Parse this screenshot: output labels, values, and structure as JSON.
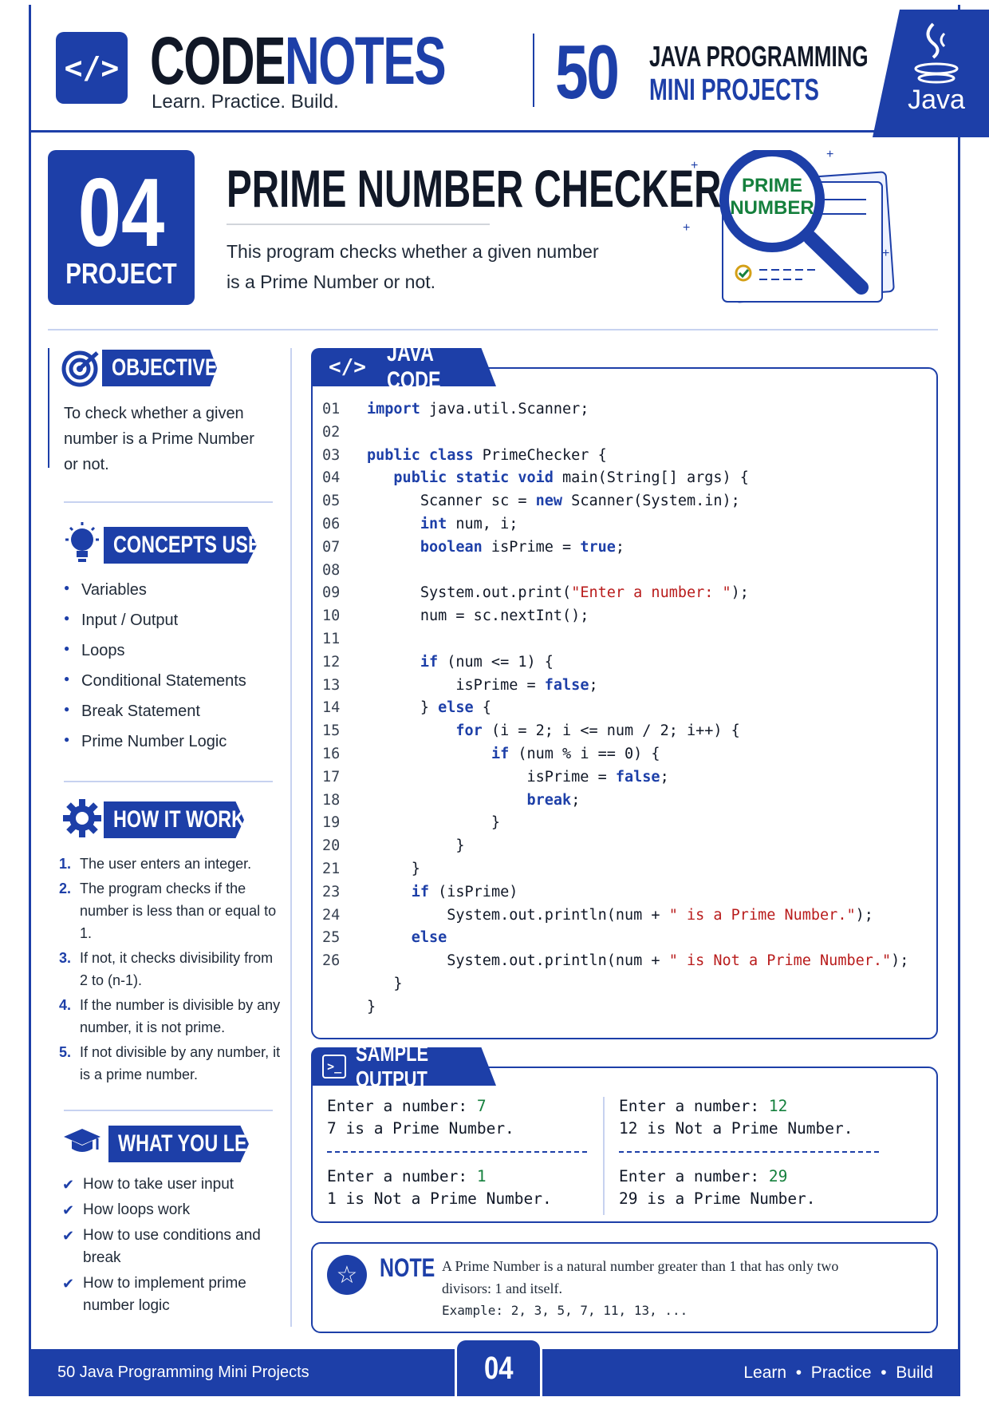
{
  "header": {
    "brand_part1": "CODE",
    "brand_part2": "NOTES",
    "tagline": "Learn. Practice. Build.",
    "series_number": "50",
    "series_line1": "JAVA PROGRAMMING",
    "series_line2": "MINI PROJECTS",
    "java_label": "Java"
  },
  "project": {
    "number": "04",
    "label": "PROJECT",
    "title": "PRIME NUMBER CHECKER",
    "description_line1": "This program checks whether a given number",
    "description_line2": "is a Prime Number or not.",
    "illustration_line1": "PRIME",
    "illustration_line2": "NUMBER"
  },
  "objective": {
    "heading": "OBJECTIVE",
    "lines": [
      "To check whether a given",
      "number is a Prime Number",
      "or not."
    ]
  },
  "concepts": {
    "heading": "CONCEPTS USED",
    "items": [
      "Variables",
      "Input / Output",
      "Loops",
      "Conditional Statements",
      "Break Statement",
      "Prime Number Logic"
    ]
  },
  "how_it_works": {
    "heading": "HOW IT WORKS",
    "steps": [
      {
        "n": "1.",
        "text": "The user enters an integer."
      },
      {
        "n": "2.",
        "text": "The program checks if the number is less than or equal to 1."
      },
      {
        "n": "3.",
        "text": "If not, it checks divisibility from 2 to (n-1)."
      },
      {
        "n": "4.",
        "text": "If the number is divisible by any number, it is not prime."
      },
      {
        "n": "5.",
        "text": "If not divisible by any number, it is a prime number."
      }
    ]
  },
  "what_you_learn": {
    "heading": "WHAT YOU LEARN",
    "items": [
      "How to take user input",
      "How loops work",
      "How to use conditions and break",
      "How to implement prime number logic"
    ]
  },
  "code": {
    "heading": "JAVA CODE",
    "tag": "</>",
    "lines": [
      {
        "n": "01",
        "parts": [
          [
            "kw",
            "import"
          ],
          [
            "t",
            " java.util.Scanner;"
          ]
        ]
      },
      {
        "n": "02",
        "parts": []
      },
      {
        "n": "03",
        "parts": [
          [
            "kw",
            "public class"
          ],
          [
            "t",
            " PrimeChecker {"
          ]
        ]
      },
      {
        "n": "04",
        "parts": [
          [
            "t",
            "   "
          ],
          [
            "kw",
            "public static void"
          ],
          [
            "t",
            " main(String[] args) {"
          ]
        ]
      },
      {
        "n": "05",
        "parts": [
          [
            "t",
            "      Scanner sc = "
          ],
          [
            "kw",
            "new"
          ],
          [
            "t",
            " Scanner(System.in);"
          ]
        ]
      },
      {
        "n": "06",
        "parts": [
          [
            "t",
            "      "
          ],
          [
            "kw",
            "int"
          ],
          [
            "t",
            " num, i;"
          ]
        ]
      },
      {
        "n": "07",
        "parts": [
          [
            "t",
            "      "
          ],
          [
            "kw",
            "boolean"
          ],
          [
            "t",
            " isPrime = "
          ],
          [
            "kw",
            "true"
          ],
          [
            "t",
            ";"
          ]
        ]
      },
      {
        "n": "08",
        "parts": []
      },
      {
        "n": "09",
        "parts": [
          [
            "t",
            "      System.out.print("
          ],
          [
            "str",
            "\"Enter a number: \""
          ],
          [
            "t",
            ");"
          ]
        ]
      },
      {
        "n": "10",
        "parts": [
          [
            "t",
            "      num = sc.nextInt();"
          ]
        ]
      },
      {
        "n": "11",
        "parts": []
      },
      {
        "n": "12",
        "parts": [
          [
            "t",
            "      "
          ],
          [
            "kw",
            "if"
          ],
          [
            "t",
            " (num <= 1) {"
          ]
        ]
      },
      {
        "n": "13",
        "parts": [
          [
            "t",
            "          isPrime = "
          ],
          [
            "kw",
            "false"
          ],
          [
            "t",
            ";"
          ]
        ]
      },
      {
        "n": "14",
        "parts": [
          [
            "t",
            "      } "
          ],
          [
            "kw",
            "else"
          ],
          [
            "t",
            " {"
          ]
        ]
      },
      {
        "n": "15",
        "parts": [
          [
            "t",
            "          "
          ],
          [
            "kw",
            "for"
          ],
          [
            "t",
            " (i = 2; i <= num / 2; i++) {"
          ]
        ]
      },
      {
        "n": "16",
        "parts": [
          [
            "t",
            "              "
          ],
          [
            "kw",
            "if"
          ],
          [
            "t",
            " (num % i == 0) {"
          ]
        ]
      },
      {
        "n": "17",
        "parts": [
          [
            "t",
            "                  isPrime = "
          ],
          [
            "kw",
            "false"
          ],
          [
            "t",
            ";"
          ]
        ]
      },
      {
        "n": "18",
        "parts": [
          [
            "t",
            "                  "
          ],
          [
            "kw",
            "break"
          ],
          [
            "t",
            ";"
          ]
        ]
      },
      {
        "n": "19",
        "parts": [
          [
            "t",
            "              }"
          ]
        ]
      },
      {
        "n": "20",
        "parts": [
          [
            "t",
            "          }"
          ]
        ]
      },
      {
        "n": "21",
        "parts": [
          [
            "t",
            "     }"
          ]
        ]
      },
      {
        "n": "23",
        "parts": [
          [
            "t",
            "     "
          ],
          [
            "kw",
            "if"
          ],
          [
            "t",
            " (isPrime)"
          ]
        ]
      },
      {
        "n": "24",
        "parts": [
          [
            "t",
            "         System.out.println(num + "
          ],
          [
            "str",
            "\" is a Prime Number.\""
          ],
          [
            "t",
            ");"
          ]
        ]
      },
      {
        "n": "25",
        "parts": [
          [
            "t",
            "     "
          ],
          [
            "kw",
            "else"
          ]
        ]
      },
      {
        "n": "26",
        "parts": [
          [
            "t",
            "         System.out.println(num + "
          ],
          [
            "str",
            "\" is Not a Prime Number.\""
          ],
          [
            "t",
            ");"
          ]
        ]
      },
      {
        "n": "",
        "parts": [
          [
            "t",
            "   }"
          ]
        ]
      },
      {
        "n": "",
        "parts": [
          [
            "t",
            "}"
          ]
        ]
      }
    ]
  },
  "output": {
    "heading": "SAMPLE OUTPUT",
    "tag": ">_",
    "samples": [
      {
        "prompt": "Enter a number: ",
        "input": "7",
        "result": "7 is a Prime Number."
      },
      {
        "prompt": "Enter a number: ",
        "input": "12",
        "result": "12 is Not a Prime Number."
      },
      {
        "prompt": "Enter a number: ",
        "input": "1",
        "result": "1 is Not a Prime Number."
      },
      {
        "prompt": "Enter a number: ",
        "input": "29",
        "result": "29 is a Prime Number."
      }
    ]
  },
  "note": {
    "heading": "NOTE",
    "line1": "A Prime Number is a natural number greater than 1 that has only two",
    "line2": "divisors: 1 and itself.",
    "line3": "Example: 2, 3, 5, 7, 11, 13, ..."
  },
  "footer": {
    "left": "50 Java Programming Mini Projects",
    "badge": "04",
    "right": "Learn  •  Practice  •  Build"
  },
  "colors": {
    "accent": "#1d3fa8",
    "string": "#b91c1c",
    "input_value": "#15803d"
  }
}
